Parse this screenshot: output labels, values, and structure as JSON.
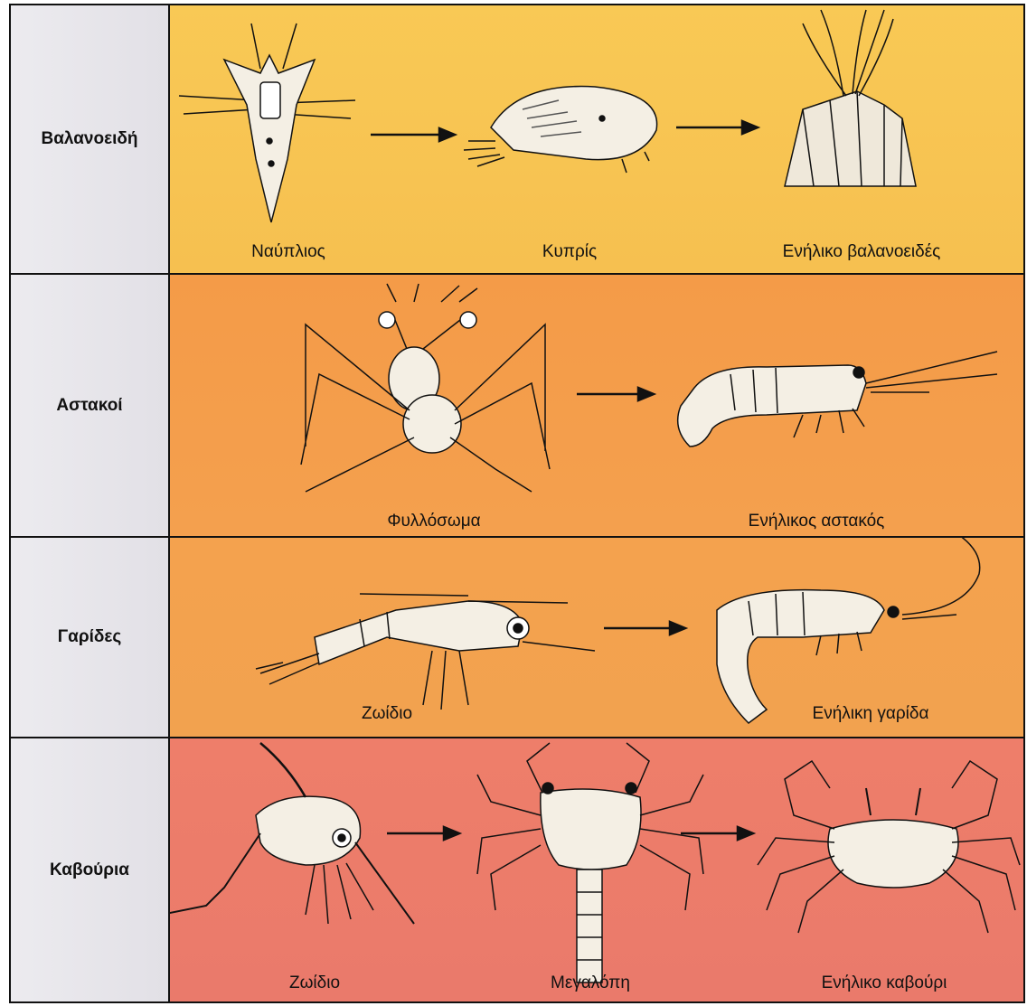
{
  "rows": [
    {
      "group": "Βαλανοειδή",
      "color": "#f7c04e",
      "stages": [
        "Ναύπλιος",
        "Κυπρίς",
        "Ενήλικο βαλανοειδές"
      ]
    },
    {
      "group": "Αστακοί",
      "color": "#f39a4a",
      "stages": [
        "Φυλλόσωμα",
        "Ενήλικος αστακός"
      ]
    },
    {
      "group": "Γαρίδες",
      "color": "#f3a04c",
      "stages": [
        "Ζωίδιο",
        "Ενήλικη γαρίδα"
      ]
    },
    {
      "group": "Καβούρια",
      "color": "#ec7f6a",
      "stages": [
        "Ζωίδιο",
        "Μεγαλόπη",
        "Ενήλικο καβούρι"
      ]
    }
  ]
}
